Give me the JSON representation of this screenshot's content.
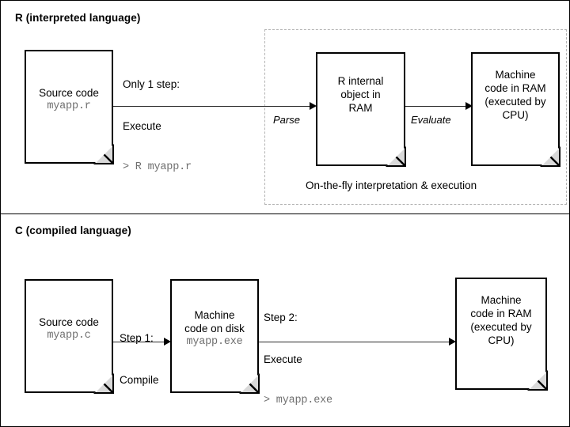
{
  "diagram": {
    "title": "R (interpreted language) vs C (compiled language) execution",
    "sections": {
      "r": {
        "heading": "R (interpreted language)",
        "source_doc": {
          "line1": "Source code",
          "line2": "myapp.r"
        },
        "step_callout": {
          "line1": "Only 1 step:",
          "line2": "Execute",
          "command": "> R myapp.r"
        },
        "edge_parse": "Parse",
        "internal_doc": {
          "line1": "R internal",
          "line2": "object in",
          "line3": "RAM"
        },
        "edge_evaluate": "Evaluate",
        "machine_doc": {
          "line1": "Machine",
          "line2": "code in RAM",
          "line3": "(executed by",
          "line4": "CPU)"
        },
        "group_caption": "On-the-fly interpretation & execution"
      },
      "c": {
        "heading": "C (compiled language)",
        "source_doc": {
          "line1": "Source code",
          "line2": "myapp.c"
        },
        "step1_callout": {
          "line1": "Step 1:",
          "line2": "Compile"
        },
        "disk_doc": {
          "line1": "Machine",
          "line2": "code on disk",
          "line3": "myapp.exe"
        },
        "step2_callout": {
          "line1": "Step 2:",
          "line2": "Execute",
          "command": "> myapp.exe"
        },
        "machine_doc": {
          "line1": "Machine",
          "line2": "code in RAM",
          "line3": "(executed by",
          "line4": "CPU)"
        }
      }
    },
    "colors": {
      "stroke": "#000000",
      "connector": "#2b2b2b",
      "dashed_group": "#b3b3b3",
      "fold_fill": "#d9d9d9",
      "mono_text": "#6f6f6f",
      "background": "#ffffff"
    }
  }
}
